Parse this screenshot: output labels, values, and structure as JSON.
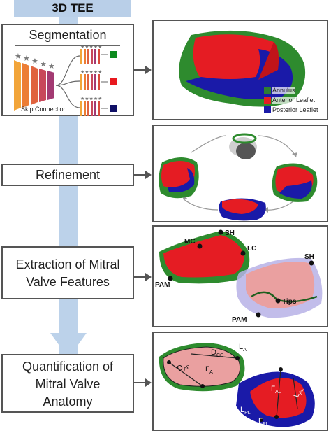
{
  "header": {
    "title": "3D TEE"
  },
  "steps": [
    {
      "label": "Segmentation"
    },
    {
      "label": "Refinement"
    },
    {
      "label_line1": "Extraction of Mitral",
      "label_line2": "Valve Features"
    },
    {
      "label_line1": "Quantification of",
      "label_line2": "Mitral Valve",
      "label_line3": "Anatomy"
    }
  ],
  "segmentation": {
    "skip_connection": "Skip Connection",
    "legend": [
      {
        "label": "Annulus",
        "color": "#2e7d32"
      },
      {
        "label": "Anterior Leaflet",
        "color": "#e51c23"
      },
      {
        "label": "Posterior Leaflet",
        "color": "#1a1aa8"
      }
    ]
  },
  "features": {
    "mc": "MC",
    "sh": "SH",
    "lc": "LC",
    "pam": "PAM",
    "sh2": "SH",
    "tips": "Tips",
    "pam2": "PAM"
  },
  "quant": {
    "la": "L",
    "la_sub": "A",
    "dcc": "D",
    "dcc_sub": "CC",
    "dap": "D",
    "dap_sub": "AP",
    "gamma_a": "Γ",
    "gamma_a_sub": "A",
    "gamma_al": "Γ",
    "gamma_al_sub": "AL",
    "l_al": "L",
    "l_al_sub": "AL",
    "l_pl": "L",
    "l_pl_sub": "PL",
    "gamma_pl": "Γ",
    "gamma_pl_sub": "PL"
  }
}
